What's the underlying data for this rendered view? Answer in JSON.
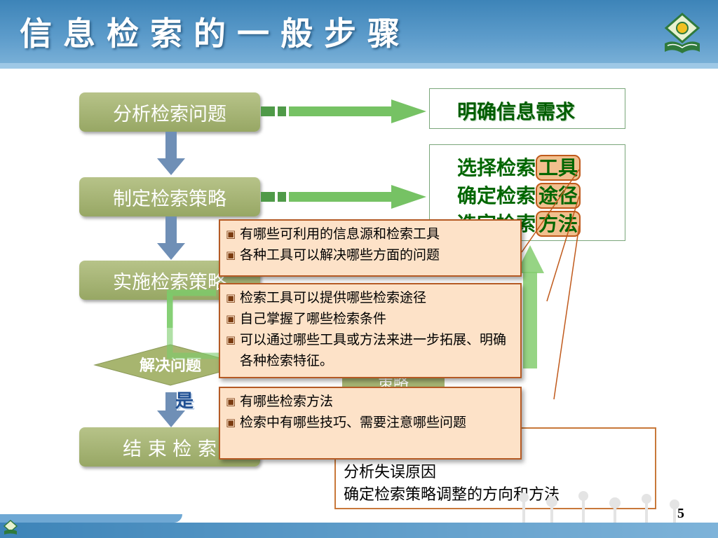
{
  "title": "信息检索的一般步骤",
  "page_number": "5",
  "steps": {
    "analyze": "分析检索问题",
    "strategy": "制定检索策略",
    "implement": "实施检索策略",
    "solve": "解决问题",
    "yes": "是",
    "adjust": "策略",
    "finish": "结 束 检 索"
  },
  "outcomes": {
    "need": "明确信息需求",
    "line1_a": "选择检索",
    "line1_b": "工具",
    "line2_a": "确定检索",
    "line2_b": "途径",
    "line3_a": "选定检索",
    "line3_b": "方法"
  },
  "popup_tools": [
    "有哪些可利用的信息源和检索工具",
    "各种工具可以解决哪些方面的问题"
  ],
  "popup_paths": [
    "检索工具可以提供哪些检索途径",
    "自己掌握了哪些检索条件",
    "可以通过哪些工具或方法来进一步拓展、明确各种检索特征。"
  ],
  "popup_methods": [
    "有哪些检索方法",
    "检索中有哪些技巧、需要注意哪些问题"
  ],
  "notes": [
    "分析失误原因",
    "确定检索策略调整的方向和方法"
  ],
  "colors": {
    "header": "#4a8ec2",
    "step": "#a5b370",
    "popup_bg": "#fde2c8",
    "popup_border": "#b55a24",
    "outcome_text": "#006600"
  }
}
